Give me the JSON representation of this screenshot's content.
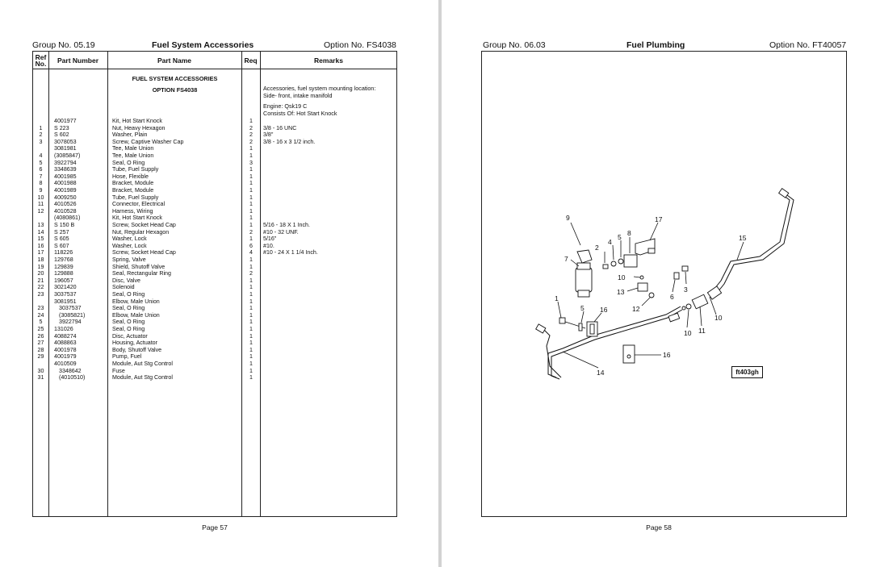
{
  "left_page": {
    "group": "Group No. 05.19",
    "title": "Fuel System Accessories",
    "option": "Option No. FS4038",
    "columns": {
      "ref_line1": "Ref",
      "ref_line2": "No.",
      "part_number": "Part Number",
      "part_name": "Part Name",
      "req": "Req",
      "remarks": "Remarks"
    },
    "section_title": "FUEL SYSTEM ACCESSORIES",
    "section_option": "OPTION  FS4038",
    "remark_mounting_1": "Accessories, fuel system mounting location:",
    "remark_mounting_2": "Side- front, intake manifold",
    "remark_engine_1": "Engine: Qsk19 C",
    "remark_engine_2": "Consists Of: Hot Start Knock",
    "rows": [
      {
        "ref": "",
        "pn": "4001977",
        "name": "Kit, Hot Start Knock",
        "req": "1",
        "rem": ""
      },
      {
        "ref": "1",
        "pn": "S 223",
        "name": "Nut, Heavy Hexagon",
        "req": "2",
        "rem": "3/8 - 16 UNC"
      },
      {
        "ref": "2",
        "pn": "S 602",
        "name": "Washer, Plain",
        "req": "2",
        "rem": "3/8\""
      },
      {
        "ref": "3",
        "pn": "3078053",
        "name": "Screw, Captive Washer Cap",
        "req": "2",
        "rem": "3/8 - 16 x 3 1/2 inch."
      },
      {
        "ref": "",
        "pn": "3081981",
        "name": "Tee, Male Union",
        "req": "1",
        "rem": ""
      },
      {
        "ref": "4",
        "pn": "(3085847)",
        "name": "Tee, Male Union",
        "req": "1",
        "rem": ""
      },
      {
        "ref": "5",
        "pn": "3922794",
        "name": "Seal, O Ring",
        "req": "3",
        "rem": ""
      },
      {
        "ref": "6",
        "pn": "3348639",
        "name": "Tube, Fuel Supply",
        "req": "1",
        "rem": ""
      },
      {
        "ref": "7",
        "pn": "4001985",
        "name": "Hose, Flexible",
        "req": "1",
        "rem": ""
      },
      {
        "ref": "8",
        "pn": "4001988",
        "name": "Bracket, Module",
        "req": "1",
        "rem": ""
      },
      {
        "ref": "9",
        "pn": "4001989",
        "name": "Bracket, Module",
        "req": "1",
        "rem": ""
      },
      {
        "ref": "10",
        "pn": "4009250",
        "name": "Tube, Fuel Supply",
        "req": "1",
        "rem": ""
      },
      {
        "ref": "11",
        "pn": "4010526",
        "name": "Connector, Electrical",
        "req": "1",
        "rem": ""
      },
      {
        "ref": "12",
        "pn": "4010528",
        "name": "Harness, Wiring",
        "req": "1",
        "rem": ""
      },
      {
        "ref": "",
        "pn": "(4080861)",
        "name": "Kit, Hot Start Knock",
        "req": "1",
        "rem": ""
      },
      {
        "ref": "13",
        "pn": "S 150 B",
        "name": "Screw, Socket Head Cap",
        "req": "1",
        "rem": "5/16 - 18 X 1 Inch."
      },
      {
        "ref": "14",
        "pn": "S 257",
        "name": "Nut, Regular Hexagon",
        "req": "2",
        "rem": "#10 - 32 UNF."
      },
      {
        "ref": "15",
        "pn": "S 605",
        "name": "Washer, Lock",
        "req": "1",
        "rem": "5/16\""
      },
      {
        "ref": "16",
        "pn": "S 607",
        "name": "Washer, Lock",
        "req": "6",
        "rem": "#10."
      },
      {
        "ref": "17",
        "pn": "118226",
        "name": "Screw, Socket Head Cap",
        "req": "4",
        "rem": "#10 - 24 X 1 1/4 Inch."
      },
      {
        "ref": "18",
        "pn": "129768",
        "name": "Spring, Valve",
        "req": "1",
        "rem": ""
      },
      {
        "ref": "19",
        "pn": "129839",
        "name": "Shield, Shutoff Valve",
        "req": "1",
        "rem": ""
      },
      {
        "ref": "20",
        "pn": "129888",
        "name": "Seal, Rectangular Ring",
        "req": "2",
        "rem": ""
      },
      {
        "ref": "21",
        "pn": "196057",
        "name": "Disc, Valve",
        "req": "1",
        "rem": ""
      },
      {
        "ref": "22",
        "pn": "3021420",
        "name": "Solenoid",
        "req": "1",
        "rem": ""
      },
      {
        "ref": "23",
        "pn": "3037537",
        "name": "Seal, O Ring",
        "req": "1",
        "rem": ""
      },
      {
        "ref": "",
        "pn": "3081951",
        "name": "Elbow, Male Union",
        "req": "1",
        "rem": ""
      },
      {
        "ref": "23",
        "pn": "3037537",
        "name": "Seal, O Ring",
        "req": "1",
        "rem": "",
        "indent": true
      },
      {
        "ref": "24",
        "pn": "(3085821)",
        "name": "Elbow, Male Union",
        "req": "1",
        "rem": "",
        "indent": true
      },
      {
        "ref": "5",
        "pn": "3922794",
        "name": "Seal, O Ring",
        "req": "1",
        "rem": "",
        "indent": true
      },
      {
        "ref": "25",
        "pn": "131026",
        "name": "Seal, O Ring",
        "req": "1",
        "rem": ""
      },
      {
        "ref": "26",
        "pn": "4088274",
        "name": "Disc, Actuator",
        "req": "1",
        "rem": ""
      },
      {
        "ref": "27",
        "pn": "4088863",
        "name": "Housing, Actuator",
        "req": "1",
        "rem": ""
      },
      {
        "ref": "28",
        "pn": "4001978",
        "name": "Body, Shutoff Valve",
        "req": "1",
        "rem": ""
      },
      {
        "ref": "29",
        "pn": "4001979",
        "name": "Pump, Fuel",
        "req": "1",
        "rem": ""
      },
      {
        "ref": "",
        "pn": "4010509",
        "name": "Module, Aut Stg Control",
        "req": "1",
        "rem": ""
      },
      {
        "ref": "30",
        "pn": "3348642",
        "name": "Fuse",
        "req": "1",
        "rem": "",
        "indent": true
      },
      {
        "ref": "31",
        "pn": "(4010510)",
        "name": "Module, Aut Stg Control",
        "req": "1",
        "rem": "",
        "indent": true
      }
    ],
    "page_label": "Page 57"
  },
  "right_page": {
    "group": "Group No. 06.03",
    "title": "Fuel Plumbing",
    "option": "Option No. FT40057",
    "figure_id": "ft403gh",
    "callouts": [
      "1",
      "2",
      "3",
      "4",
      "5",
      "5",
      "6",
      "7",
      "8",
      "9",
      "10",
      "10",
      "10",
      "11",
      "12",
      "13",
      "14",
      "15",
      "16",
      "16",
      "17"
    ],
    "page_label": "Page 58"
  }
}
